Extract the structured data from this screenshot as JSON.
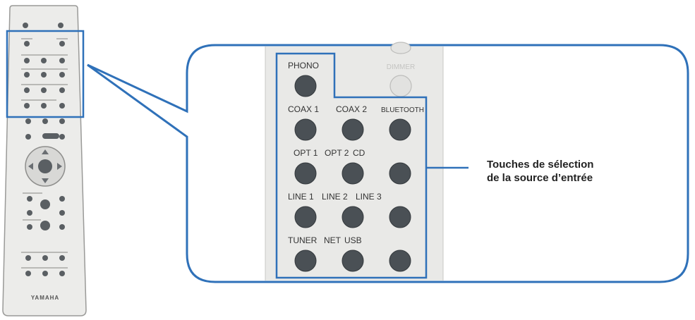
{
  "diagram": {
    "brand": "YAMAHA",
    "callout": {
      "line1": "Touches de sélection",
      "line2": "de la source d’entrée"
    },
    "zoom_top_label": "DIMMER",
    "button_rows": [
      {
        "labels": [
          "PHONO"
        ]
      },
      {
        "labels": [
          "COAX 1",
          "COAX 2",
          "BLUETOOTH"
        ]
      },
      {
        "labels": [
          "OPT 1",
          "OPT 2",
          "CD"
        ]
      },
      {
        "labels": [
          "LINE 1",
          "LINE 2",
          "LINE 3"
        ]
      },
      {
        "labels": [
          "TUNER",
          "NET",
          "USB"
        ]
      }
    ],
    "colors": {
      "highlight": "#2f71b9",
      "button": "#4a5055",
      "remote_body": "#e8e8e6",
      "label_text": "#333333"
    }
  }
}
